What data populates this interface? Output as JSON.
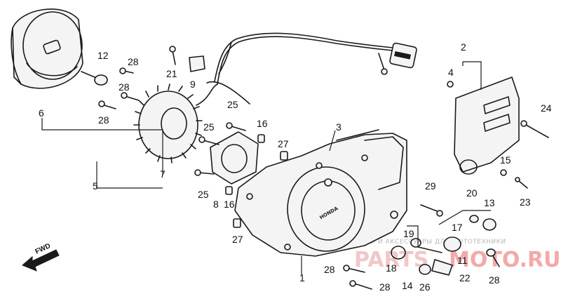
{
  "diagram": {
    "callouts": [
      "1",
      "2",
      "3",
      "4",
      "5",
      "6",
      "7",
      "8",
      "9",
      "11",
      "12",
      "13",
      "14",
      "15",
      "16",
      "16",
      "17",
      "18",
      "19",
      "20",
      "21",
      "22",
      "23",
      "24",
      "25",
      "25",
      "25",
      "26",
      "27",
      "27",
      "28",
      "28",
      "28",
      "28",
      "28",
      "28",
      "29"
    ],
    "fwd_label": "FWD",
    "cover_logo": "HONDA",
    "watermark": {
      "caption": "ЗАПЧАСТИ И АКСЕССУАРЫ ДЛЯ МОТОТЕХНИКИ",
      "brand_left": "PARTS",
      "brand_right": "MOTO.RU"
    },
    "colors": {
      "ink": "#1a1a1a",
      "watermark_red": "#f3a9a9",
      "watermark_gray": "#b8b8b8"
    }
  }
}
